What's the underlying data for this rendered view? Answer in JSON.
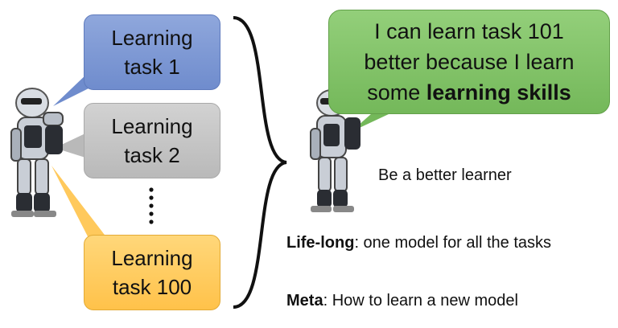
{
  "tasks": [
    {
      "line1": "Learning",
      "line2": "task 1"
    },
    {
      "line1": "Learning",
      "line2": "task 2"
    },
    {
      "line1": "Learning",
      "line2": "task 100"
    }
  ],
  "bubble": {
    "line1": "I can learn task 101",
    "line2": "better because I learn",
    "line3_prefix": "some ",
    "line3_bold": "learning skills"
  },
  "caption": "Be a better learner",
  "definitions": {
    "lifelong_term": "Life-long",
    "lifelong_text": ": one model for all the tasks",
    "meta_term": "Meta",
    "meta_text": ": How to learn a new model"
  },
  "colors": {
    "task1": "#7f98d4",
    "task2": "#c4c4c4",
    "task100": "#ffc95c",
    "bubble": "#82c468"
  }
}
